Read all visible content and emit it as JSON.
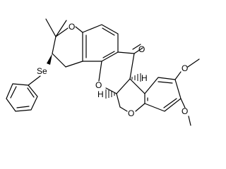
{
  "molecule": {
    "atoms": {
      "pyran_oxygen": "O",
      "selenium": "Se",
      "ketone_oxygen": "O",
      "bridge_oxygen": "O",
      "stereo_h_upper": "H",
      "stereo_h_lower": "H",
      "chromane_oxygen": "O",
      "methoxy_oxygen_upper": "O",
      "methoxy_oxygen_lower": "O"
    }
  }
}
